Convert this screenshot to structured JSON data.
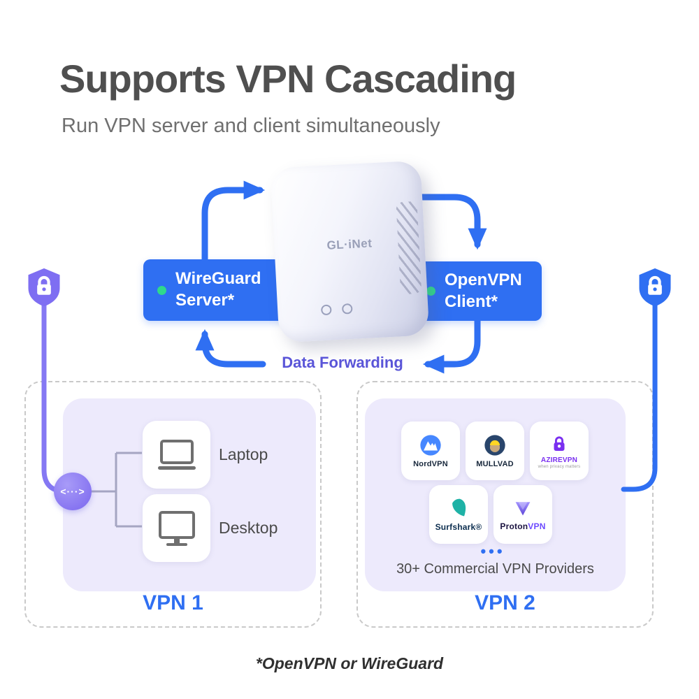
{
  "header": {
    "title": "Supports VPN Cascading",
    "subtitle": "Run VPN server and client simultaneously"
  },
  "diagram": {
    "device_logo": "GL·iNet",
    "server_banner": {
      "line1": "WireGuard",
      "line2": "Server*"
    },
    "client_banner": {
      "line1": "OpenVPN",
      "line2": "Client*"
    },
    "data_forwarding": "Data Forwarding",
    "hub_glyph": "<···>"
  },
  "vpn1": {
    "title": "VPN 1",
    "devices": [
      {
        "label": "Laptop"
      },
      {
        "label": "Desktop"
      }
    ]
  },
  "vpn2": {
    "title": "VPN 2",
    "providers": [
      {
        "name": "NordVPN"
      },
      {
        "name": "MULLVAD"
      },
      {
        "name": "AZIREVPN",
        "tagline": "when privacy matters"
      },
      {
        "name": "Surfshark®"
      },
      {
        "name": "ProtonVPN",
        "name_prefix": "Proton",
        "name_suffix": "VPN"
      }
    ],
    "more_dots": "•••",
    "caption": "30+ Commercial VPN Providers"
  },
  "footnote": "*OpenVPN or WireGuard",
  "colors": {
    "accent_blue": "#2f6ff2",
    "accent_purple": "#8578f3",
    "status_green": "#2fd98c",
    "panel_lavender": "#edeafc",
    "title_gray": "#4f4f4f"
  }
}
